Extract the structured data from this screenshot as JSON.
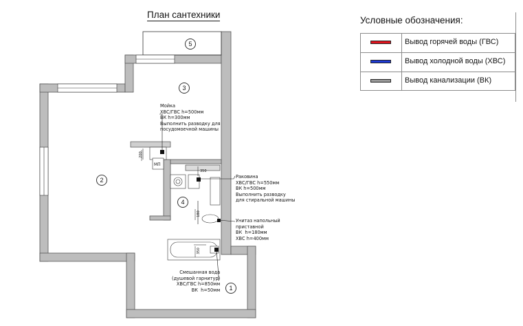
{
  "plan": {
    "title": "План сантехники",
    "rooms": [
      {
        "number": "1"
      },
      {
        "number": "2"
      },
      {
        "number": "3"
      },
      {
        "number": "4"
      },
      {
        "number": "5"
      }
    ],
    "mp_label": "МП",
    "dimensions": [
      "200",
      "350",
      "180",
      "350"
    ]
  },
  "legend": {
    "title": "Условные обозначения:",
    "items": [
      {
        "label": "Вывод горячей воды (ГВС)",
        "color": "#e0141e"
      },
      {
        "label": "Вывод холодной воды (ХВС)",
        "color": "#1f3bd6"
      },
      {
        "label": "Вывод канализации (ВК)",
        "color": "#9a9a9a"
      }
    ]
  },
  "notes": {
    "sink": "Мойка\nХВС/ГВС h=500мм\nВК h=300мм\nВыполнить разводку для\nпосудомоечной машины",
    "washbasin": "Раковина\nХВС/ГВС h=550мм\nВК h=500мм\nВыполнить разводку\nдля стиральной машины",
    "toilet": "Унитаз напольный\nприставной\nВК  h=180мм\nХВС h=400мм",
    "mixer": "Смешанная вода\n(душевой гарнитур)\nХВС/ГВС h=850мм\nВК  h=50мм"
  }
}
